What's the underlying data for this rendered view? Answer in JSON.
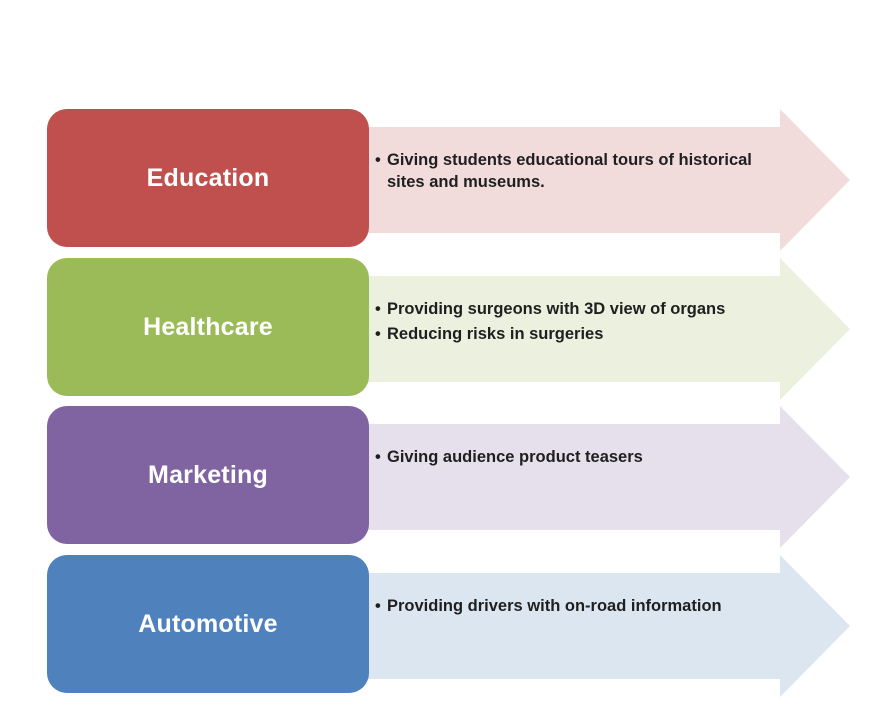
{
  "rows": [
    {
      "label": "Education",
      "box_color": "#c0504d",
      "arrow_color": "#f2dcdb",
      "bullets": [
        "Giving students educational tours of historical sites and museums."
      ]
    },
    {
      "label": "Healthcare",
      "box_color": "#9bbb59",
      "arrow_color": "#ebf1de",
      "bullets": [
        "Providing surgeons with 3D view of organs",
        "Reducing risks in surgeries"
      ]
    },
    {
      "label": "Marketing",
      "box_color": "#8064a2",
      "arrow_color": "#e5e0ec",
      "bullets": [
        "Giving audience product teasers"
      ]
    },
    {
      "label": "Automotive",
      "box_color": "#4f81bd",
      "arrow_color": "#dce6f1",
      "bullets": [
        "Providing drivers with on-road information"
      ]
    }
  ]
}
